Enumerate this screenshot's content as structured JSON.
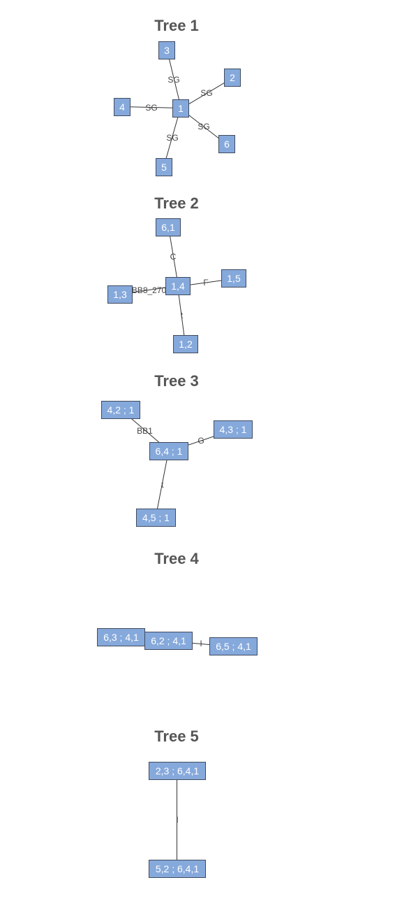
{
  "trees": [
    {
      "title": "Tree 1",
      "nodes": [
        {
          "id": "t1n1",
          "label": "1"
        },
        {
          "id": "t1n2",
          "label": "2"
        },
        {
          "id": "t1n3",
          "label": "3"
        },
        {
          "id": "t1n4",
          "label": "4"
        },
        {
          "id": "t1n5",
          "label": "5"
        },
        {
          "id": "t1n6",
          "label": "6"
        }
      ],
      "edges": [
        {
          "from": "t1n1",
          "to": "t1n3",
          "label": "SG"
        },
        {
          "from": "t1n1",
          "to": "t1n2",
          "label": "SG"
        },
        {
          "from": "t1n1",
          "to": "t1n4",
          "label": "SG"
        },
        {
          "from": "t1n1",
          "to": "t1n6",
          "label": "SG"
        },
        {
          "from": "t1n1",
          "to": "t1n5",
          "label": "SG"
        }
      ]
    },
    {
      "title": "Tree 2",
      "nodes": [
        {
          "id": "t2n14",
          "label": "1,4"
        },
        {
          "id": "t2n61",
          "label": "6,1"
        },
        {
          "id": "t2n15",
          "label": "1,5"
        },
        {
          "id": "t2n13",
          "label": "1,3"
        },
        {
          "id": "t2n12",
          "label": "1,2"
        }
      ],
      "edges": [
        {
          "from": "t2n14",
          "to": "t2n61",
          "label": "C"
        },
        {
          "from": "t2n14",
          "to": "t2n15",
          "label": "F"
        },
        {
          "from": "t2n14",
          "to": "t2n13",
          "label": "BB8_270"
        },
        {
          "from": "t2n14",
          "to": "t2n12",
          "label": "t"
        }
      ]
    },
    {
      "title": "Tree 3",
      "nodes": [
        {
          "id": "t3c",
          "label": "6,4 ; 1"
        },
        {
          "id": "t3a",
          "label": "4,2 ; 1"
        },
        {
          "id": "t3b",
          "label": "4,3 ; 1"
        },
        {
          "id": "t3d",
          "label": "4,5 ; 1"
        }
      ],
      "edges": [
        {
          "from": "t3c",
          "to": "t3a",
          "label": "BB1"
        },
        {
          "from": "t3c",
          "to": "t3b",
          "label": "G"
        },
        {
          "from": "t3c",
          "to": "t3d",
          "label": "t"
        }
      ]
    },
    {
      "title": "Tree 4",
      "nodes": [
        {
          "id": "t4a",
          "label": "6,3 ; 4,1"
        },
        {
          "id": "t4b",
          "label": "6,2 ; 4,1"
        },
        {
          "id": "t4c",
          "label": "6,5 ; 4,1"
        }
      ],
      "edges": [
        {
          "from": "t4b",
          "to": "t4c",
          "label": "I"
        }
      ]
    },
    {
      "title": "Tree 5",
      "nodes": [
        {
          "id": "t5a",
          "label": "2,3 ; 6,4,1"
        },
        {
          "id": "t5b",
          "label": "5,2 ; 6,4,1"
        }
      ],
      "edges": [
        {
          "from": "t5a",
          "to": "t5b",
          "label": "I"
        }
      ]
    }
  ]
}
